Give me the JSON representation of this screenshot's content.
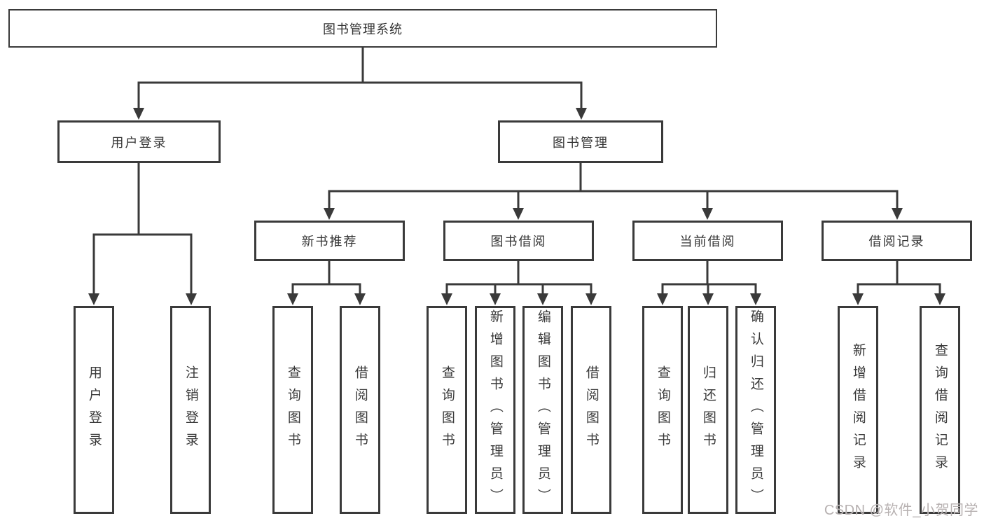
{
  "tree": {
    "root": {
      "label": "图书管理系统"
    },
    "branches": [
      {
        "label": "用户登录",
        "children": [
          {
            "label": "用户登录"
          },
          {
            "label": "注销登录"
          }
        ]
      },
      {
        "label": "图书管理",
        "children": [
          {
            "label": "新书推荐",
            "children": [
              {
                "label": "查询图书"
              },
              {
                "label": "借阅图书"
              }
            ]
          },
          {
            "label": "图书借阅",
            "children": [
              {
                "label": "查询图书"
              },
              {
                "label": "新增图书（管理员）"
              },
              {
                "label": "编辑图书（管理员）"
              },
              {
                "label": "借阅图书"
              }
            ]
          },
          {
            "label": "当前借阅",
            "children": [
              {
                "label": "查询图书"
              },
              {
                "label": "归还图书"
              },
              {
                "label": "确认归还（管理员）"
              }
            ]
          },
          {
            "label": "借阅记录",
            "children": [
              {
                "label": "新增借阅记录"
              },
              {
                "label": "查询借阅记录"
              }
            ]
          }
        ]
      }
    ]
  },
  "watermark": {
    "text": "CSDN @软件_小贺同学"
  },
  "colors": {
    "line": "#3a3a3a",
    "box_border": "#3a3a3a",
    "text": "#333333",
    "watermark_text": "#b7b1b1",
    "background": "#ffffff"
  }
}
